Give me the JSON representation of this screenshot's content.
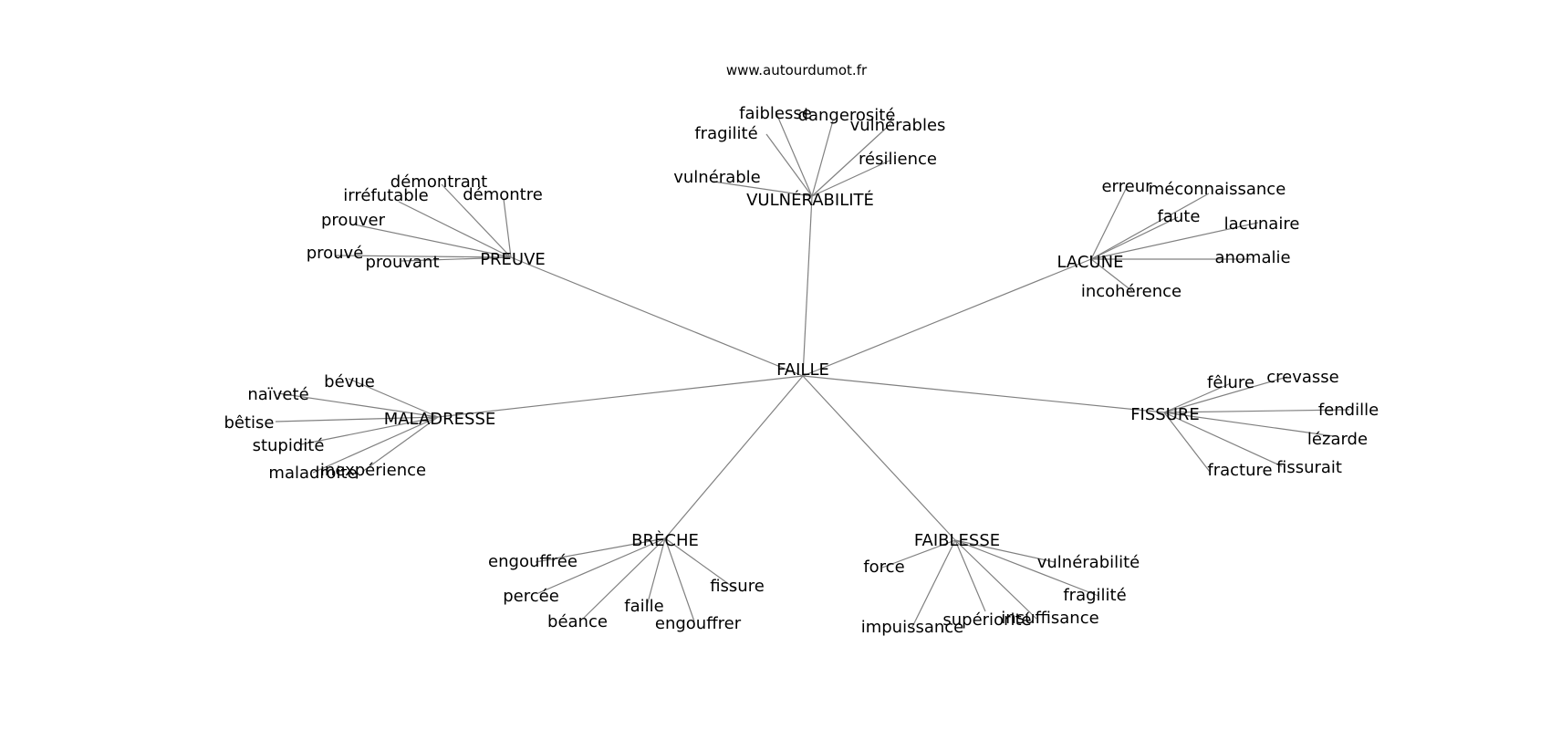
{
  "source": "www.autourdumot.fr",
  "center": "FAILLE",
  "groups": [
    {
      "hub": "VULNÉRABILITÉ",
      "words": [
        "fragilité",
        "faiblesse",
        "dangerosité",
        "vulnérables",
        "résilience",
        "vulnérable"
      ]
    },
    {
      "hub": "PREUVE",
      "words": [
        "démontrant",
        "irréfutable",
        "démontre",
        "prouver",
        "prouvé",
        "prouvant"
      ]
    },
    {
      "hub": "LACUNE",
      "words": [
        "erreur",
        "méconnaissance",
        "faute",
        "lacunaire",
        "anomalie",
        "incohérence"
      ]
    },
    {
      "hub": "MALADRESSE",
      "words": [
        "bévue",
        "naïveté",
        "bêtise",
        "stupidité",
        "maladroite",
        "inexpérience"
      ]
    },
    {
      "hub": "FISSURE",
      "words": [
        "fêlure",
        "crevasse",
        "fendille",
        "lézarde",
        "fissurait",
        "fracture"
      ]
    },
    {
      "hub": "BRÈCHE",
      "words": [
        "engouffrée",
        "percée",
        "béance",
        "faille",
        "engouffrer",
        "fissure"
      ]
    },
    {
      "hub": "FAIBLESSE",
      "words": [
        "force",
        "vulnérabilité",
        "fragilité",
        "impuissance",
        "supériorité",
        "insuffisance"
      ]
    }
  ]
}
